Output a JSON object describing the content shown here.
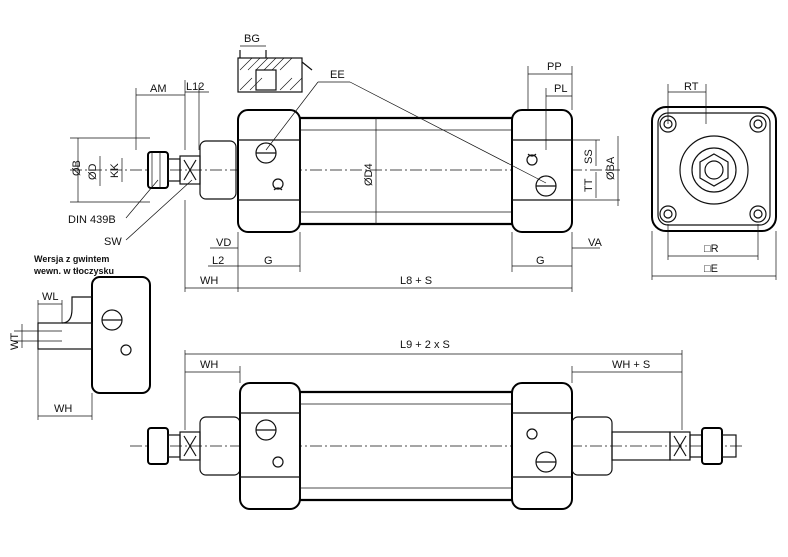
{
  "labels": {
    "bg": "BG",
    "am": "AM",
    "l12": "L12",
    "ee": "EE",
    "pp": "PP",
    "pl": "PL",
    "rt": "RT",
    "ob": "ØB",
    "od": "ØD",
    "kk": "KK",
    "od4": "ØD4",
    "ss": "SS",
    "tt": "TT",
    "oba": "ØBA",
    "din": "DIN 439B",
    "sw": "SW",
    "vd": "VD",
    "l2": "L2",
    "g_left": "G",
    "g_right": "G",
    "va": "VA",
    "wh_top": "WH",
    "l8s": "L8 + S",
    "r": "□R",
    "e": "□E",
    "version_line1": "Wersja z  gwintem",
    "version_line2": "wewn. w tłoczysku",
    "wl": "WL",
    "wt": "WT",
    "wh_detail": "WH",
    "wh_bottom": "WH",
    "l9": "L9 + 2 x S",
    "whs": "WH + S"
  }
}
